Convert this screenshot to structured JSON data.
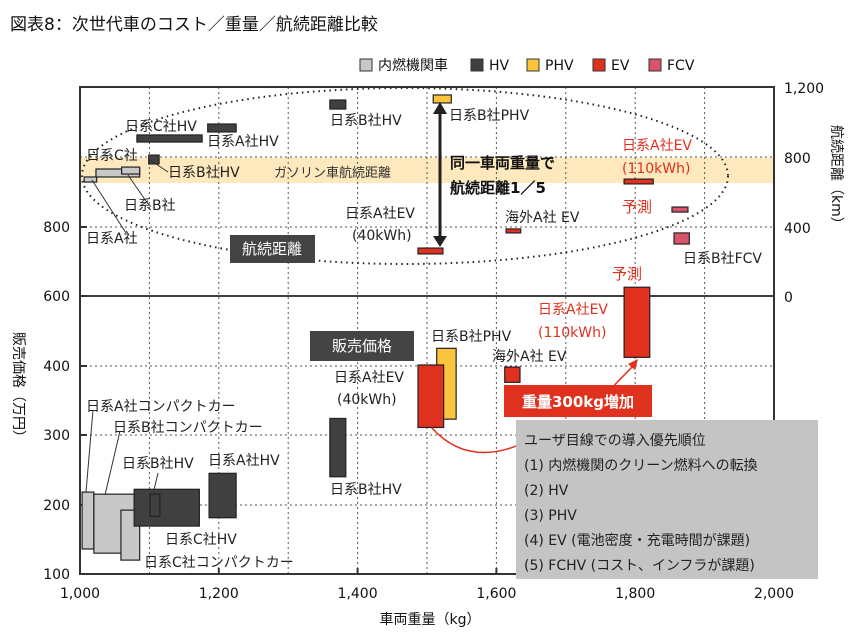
{
  "title": "図表8：次世代車のコスト／重量／航続距離比較",
  "colors": {
    "ice": "#c8c8c8",
    "hv": "#404040",
    "phv": "#fbc43a",
    "ev": "#e0301e",
    "fcv": "#d9536b",
    "band": "#fde9bd",
    "gray_box": "#c4c4c4"
  },
  "chart_data": {
    "type": "bar",
    "title": "図表8：次世代車のコスト／重量／航続距離比較",
    "xlabel": "車両重量（kg）",
    "ylabel_left": "販売価格（万円）",
    "ylabel_right": "航続距離（km）",
    "xlim": [
      1000,
      2000
    ],
    "x_ticks": [
      "1,000",
      "1,200",
      "1,400",
      "1,600",
      "1,800",
      "2,000"
    ],
    "left_ticks": [
      "800",
      "600",
      "400",
      "300",
      "200",
      "100"
    ],
    "right_ticks": [
      "1,200",
      "800",
      "400",
      "0"
    ],
    "price_ylim": [
      100,
      400
    ],
    "range_ylim": [
      0,
      1200
    ],
    "grid": true,
    "legend_position": "top-right",
    "legend": [
      {
        "label": "内燃機関車",
        "type": "ice"
      },
      {
        "label": "HV",
        "type": "hv"
      },
      {
        "label": "PHV",
        "type": "phv"
      },
      {
        "label": "EV",
        "type": "ev"
      },
      {
        "label": "FCV",
        "type": "fcv"
      }
    ],
    "gasoline_range_band_km": [
      650,
      796
    ],
    "range_boxes": [
      {
        "name": "日系A社",
        "type": "ice",
        "kg": [
          1006,
          1024
        ],
        "km": [
          656,
          685
        ]
      },
      {
        "name": "日系B社",
        "type": "ice",
        "kg": [
          1023,
          1086
        ],
        "km": [
          685,
          731
        ]
      },
      {
        "name": "日系C社",
        "type": "ice",
        "kg": [
          1060,
          1086
        ],
        "km": [
          702,
          742
        ]
      },
      {
        "name": "日系B社HV",
        "type": "hv",
        "kg": [
          1099,
          1114
        ],
        "km": [
          760,
          811
        ]
      },
      {
        "name": "日系C社HV",
        "type": "hv",
        "kg": [
          1082,
          1176
        ],
        "km": [
          886,
          927
        ]
      },
      {
        "name": "日系A社HV",
        "type": "hv",
        "kg": [
          1184,
          1225
        ],
        "km": [
          944,
          990
        ]
      },
      {
        "name": "日系B社HV",
        "type": "hv",
        "kg": [
          1360,
          1383
        ],
        "km": [
          1076,
          1128
        ]
      },
      {
        "name": "日系B社PHV",
        "type": "phv",
        "kg": [
          1509,
          1535
        ],
        "km": [
          1111,
          1157
        ]
      },
      {
        "name": "日系A社EV(40kWh)",
        "type": "ev",
        "kg": [
          1487,
          1523
        ],
        "km": [
          242,
          276
        ]
      },
      {
        "name": "海外A社 EV",
        "type": "ev",
        "kg": [
          1614,
          1635
        ],
        "km": [
          363,
          386
        ]
      },
      {
        "name": "日系A社EV(110kWh)",
        "type": "ev",
        "kg": [
          1784,
          1826
        ],
        "km": [
          645,
          673
        ]
      },
      {
        "name": "日系B社FCV予測",
        "type": "fcv",
        "kg": [
          1853,
          1876
        ],
        "km": [
          483,
          512
        ]
      },
      {
        "name": "日系B社FCV",
        "type": "fcv",
        "kg": [
          1856,
          1878
        ],
        "km": [
          299,
          363
        ]
      }
    ],
    "price_boxes": [
      {
        "name": "日系A社コンパクトカー",
        "type": "ice",
        "kg": [
          1003,
          1020
        ],
        "price": [
          136,
          218
        ]
      },
      {
        "name": "日系B社コンパクトカー",
        "type": "ice",
        "kg": [
          1020,
          1078
        ],
        "price": [
          130,
          215
        ]
      },
      {
        "name": "日系C社コンパクトカー",
        "type": "ice",
        "kg": [
          1059,
          1086
        ],
        "price": [
          120,
          192
        ]
      },
      {
        "name": "日系C社HV",
        "type": "hv",
        "kg": [
          1078,
          1172
        ],
        "price": [
          169,
          222
        ]
      },
      {
        "name": "日系B社HV",
        "type": "hv",
        "kg": [
          1101,
          1115
        ],
        "price": [
          183,
          215
        ]
      },
      {
        "name": "日系A社HV",
        "type": "hv",
        "kg": [
          1186,
          1225
        ],
        "price": [
          181,
          245
        ]
      },
      {
        "name": "日系B社HV",
        "type": "hv",
        "kg": [
          1360,
          1383
        ],
        "price": [
          240,
          324
        ]
      },
      {
        "name": "日系B社PHV",
        "type": "phv",
        "kg": [
          1514,
          1542
        ],
        "price": [
          323,
          425
        ]
      },
      {
        "name": "日系A社EV(40kWh)",
        "type": "ev",
        "kg": [
          1487,
          1524
        ],
        "price": [
          311,
          401
        ]
      },
      {
        "name": "海外A社 EV",
        "type": "ev",
        "kg": [
          1612,
          1634
        ],
        "price": [
          376,
          398
        ]
      },
      {
        "name": "日系A社EV(110kWh)",
        "type": "ev",
        "kg": [
          1784,
          1821
        ],
        "price": [
          412,
          513
        ]
      }
    ]
  },
  "labels": [
    "日系C社HV",
    "日系A社HV",
    "日系B社HV",
    "日系C社",
    "日系B社HV",
    "ガソリン車航続距離",
    "日系B社",
    "日系A社",
    "日系A社EV",
    "(40kWh)",
    "日系B社PHV",
    "同一車両重量で",
    "航続距離1／5",
    "海外A社 EV",
    "日系A社EV",
    "(110kWh)",
    "予測",
    "日系B社FCV",
    "予測",
    "日系A社EV",
    "(110kWh)",
    "日系B社PHV",
    "海外A社 EV",
    "日系A社EV",
    "(40kWh)",
    "日系A社コンパクトカー",
    "日系B社コンパクトカー",
    "日系B社HV",
    "日系A社HV",
    "日系C社HV",
    "日系C社コンパクトカー",
    "日系B社HV"
  ],
  "badges": {
    "range": "航続距離",
    "price": "販売価格",
    "weight": "重量300kg増加"
  },
  "callout": {
    "title": "ユーザ目線での導入優先順位",
    "items": [
      "(1) 内燃機関のクリーン燃料への転換",
      "(2) HV",
      "(3) PHV",
      "(4) EV (電池密度・充電時間が課題)",
      "(5) FCHV (コスト、インフラが課題)"
    ]
  }
}
